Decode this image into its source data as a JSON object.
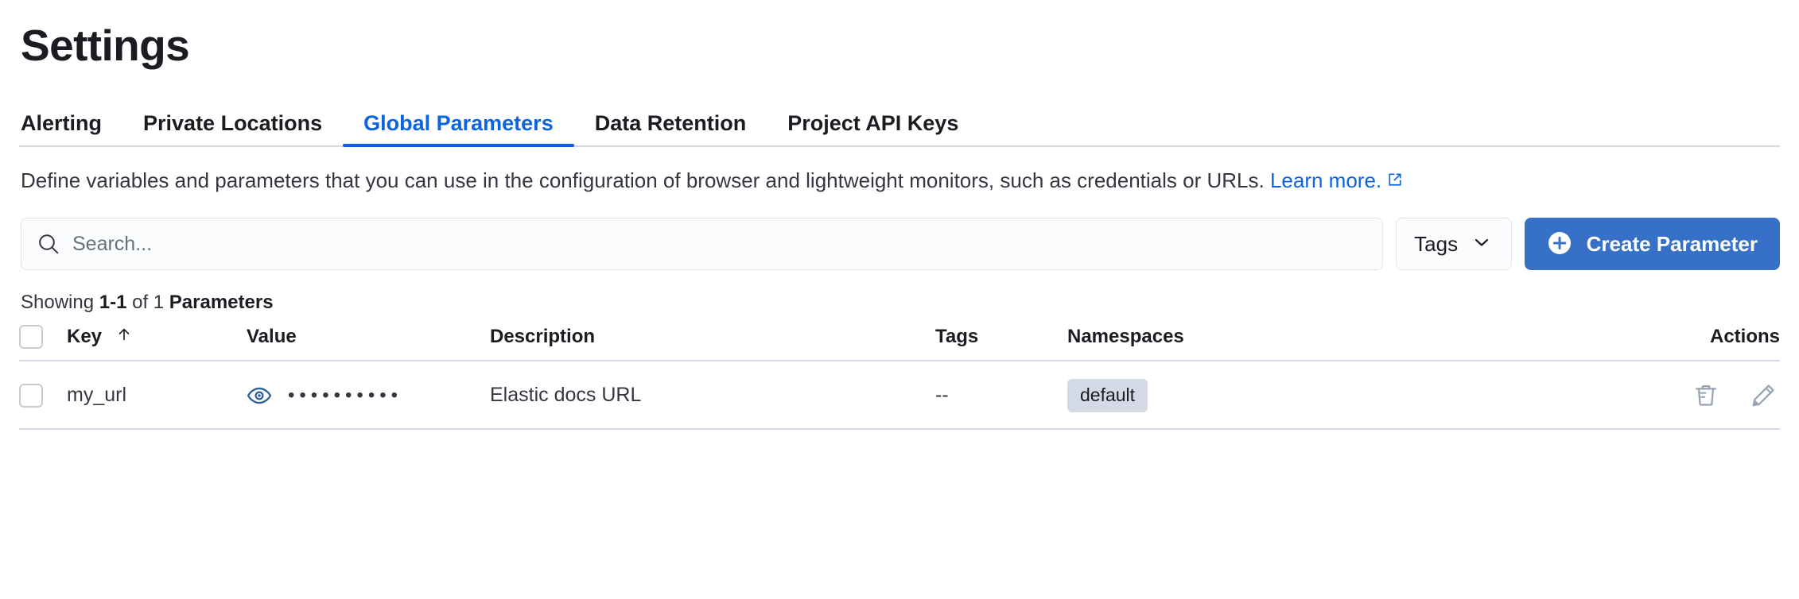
{
  "page": {
    "title": "Settings"
  },
  "tabs": [
    {
      "label": "Alerting",
      "active": false
    },
    {
      "label": "Private Locations",
      "active": false
    },
    {
      "label": "Global Parameters",
      "active": true
    },
    {
      "label": "Data Retention",
      "active": false
    },
    {
      "label": "Project API Keys",
      "active": false
    }
  ],
  "description": {
    "text": "Define variables and parameters that you can use in the configuration of browser and lightweight monitors, such as credentials or URLs. ",
    "link_text": "Learn more.",
    "link_icon": "external-link-icon"
  },
  "controls": {
    "search": {
      "icon": "search-icon",
      "placeholder": "Search...",
      "value": ""
    },
    "tags": {
      "label": "Tags",
      "icon": "chevron-down-icon"
    },
    "create": {
      "label": "Create Parameter",
      "icon": "plus-circle-icon"
    }
  },
  "results": {
    "prefix": "Showing ",
    "range": "1-1",
    "middle": " of 1 ",
    "noun": "Parameters"
  },
  "table": {
    "columns": [
      {
        "key": "checkbox",
        "label": ""
      },
      {
        "key": "key",
        "label": "Key",
        "sorted": "asc",
        "sort_icon": "arrow-up-icon"
      },
      {
        "key": "value",
        "label": "Value"
      },
      {
        "key": "description",
        "label": "Description"
      },
      {
        "key": "tags",
        "label": "Tags"
      },
      {
        "key": "namespaces",
        "label": "Namespaces"
      },
      {
        "key": "actions",
        "label": "Actions"
      }
    ],
    "rows": [
      {
        "key": "my_url",
        "value_masked": "••••••••••",
        "value_toggle_icon": "eye-icon",
        "description": "Elastic docs URL",
        "tags": "--",
        "namespaces": [
          "default"
        ],
        "actions": [
          "trash-icon",
          "pencil-icon"
        ]
      }
    ]
  },
  "colors": {
    "accent": "#0b64dd",
    "primary_button": "#3671c7",
    "text": "#343741",
    "heading": "#1a1c21",
    "border": "#d3dae6",
    "badge_bg": "#d3dae6",
    "eye_icon": "#2d5f9a",
    "icon_gray": "#98a2b3"
  }
}
